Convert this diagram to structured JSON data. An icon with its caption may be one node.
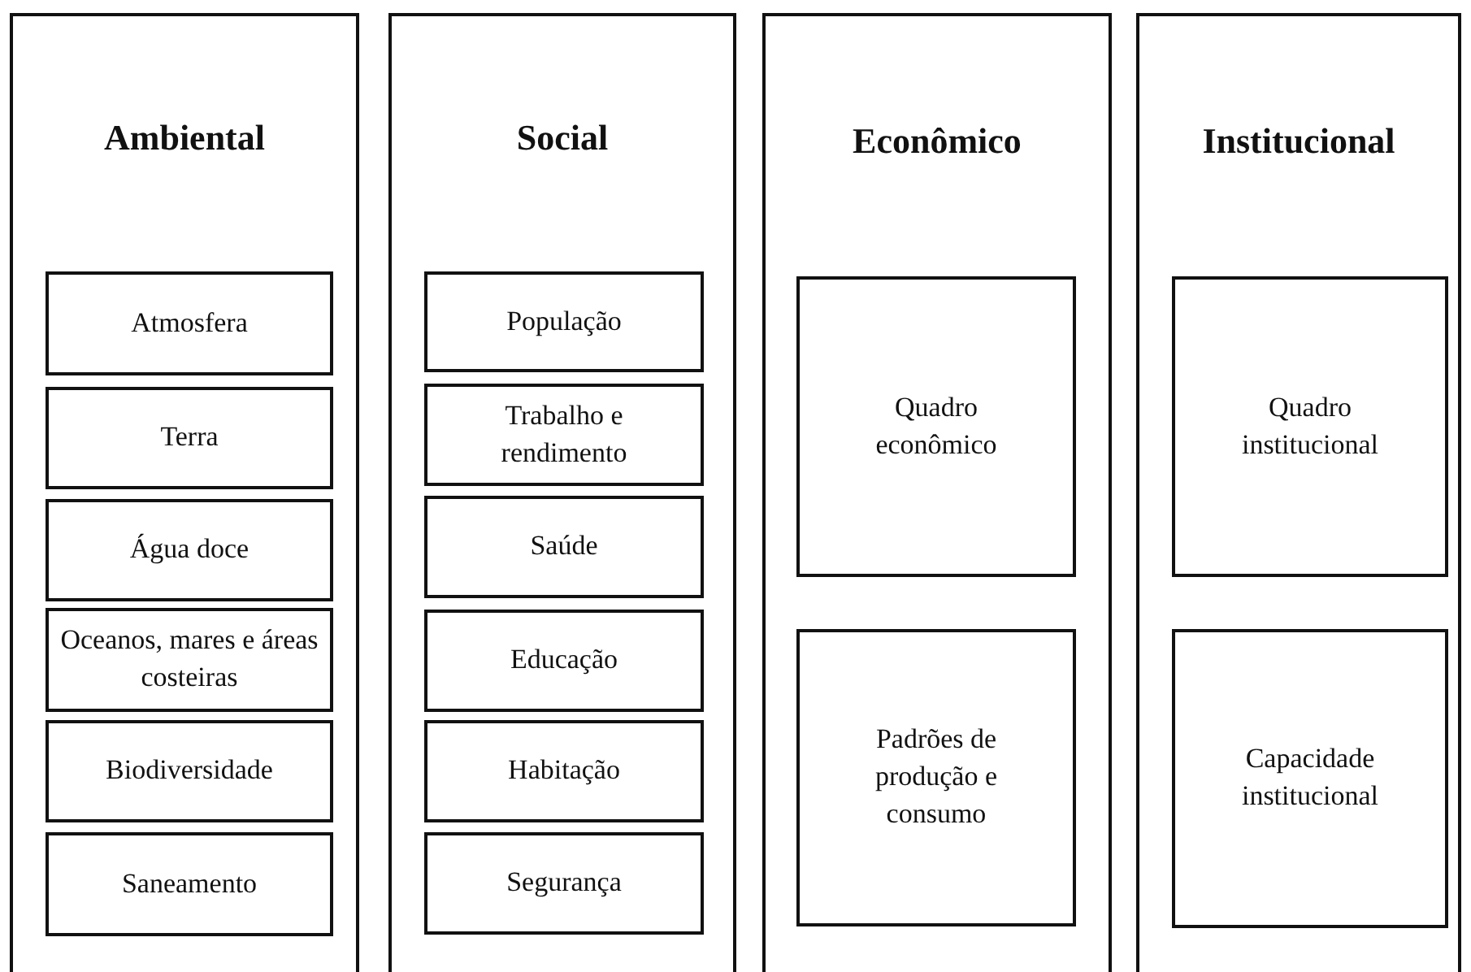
{
  "diagram": {
    "nodes": [
      {
        "text": [
          "Ambiental"
        ]
      },
      {
        "text": [
          "Atmosfera"
        ],
        "in": 0
      },
      {
        "text": [
          "Terra"
        ],
        "in": 0
      },
      {
        "text": [
          "Água doce"
        ],
        "in": 0
      },
      {
        "text": [
          "Oceanos, mares e áreas costeiras"
        ],
        "in": 0
      },
      {
        "text": [
          "Biodiversidade"
        ],
        "in": 0
      },
      {
        "text": [
          "Saneamento"
        ],
        "in": 0
      },
      {
        "text": [
          "Social"
        ]
      },
      {
        "text": [
          "População"
        ],
        "in": 7
      },
      {
        "text": [
          "Trabalho e rendimento"
        ],
        "in": 7
      },
      {
        "text": [
          "Saúde"
        ],
        "in": 7
      },
      {
        "text": [
          "Educação"
        ],
        "in": 7
      },
      {
        "text": [
          "Habitação"
        ],
        "in": 7
      },
      {
        "text": [
          "Segurança"
        ],
        "in": 7
      },
      {
        "text": [
          "Econômico"
        ]
      },
      {
        "text": [
          "Quadro econômico"
        ],
        "in": 14
      },
      {
        "text": [
          "Padrões de produção e consumo"
        ],
        "in": 14
      },
      {
        "text": [
          "Institucional"
        ]
      },
      {
        "text": [
          "Quadro institucional"
        ],
        "in": 17
      },
      {
        "text": [
          "Capacidade institucional"
        ],
        "in": 17
      }
    ]
  }
}
